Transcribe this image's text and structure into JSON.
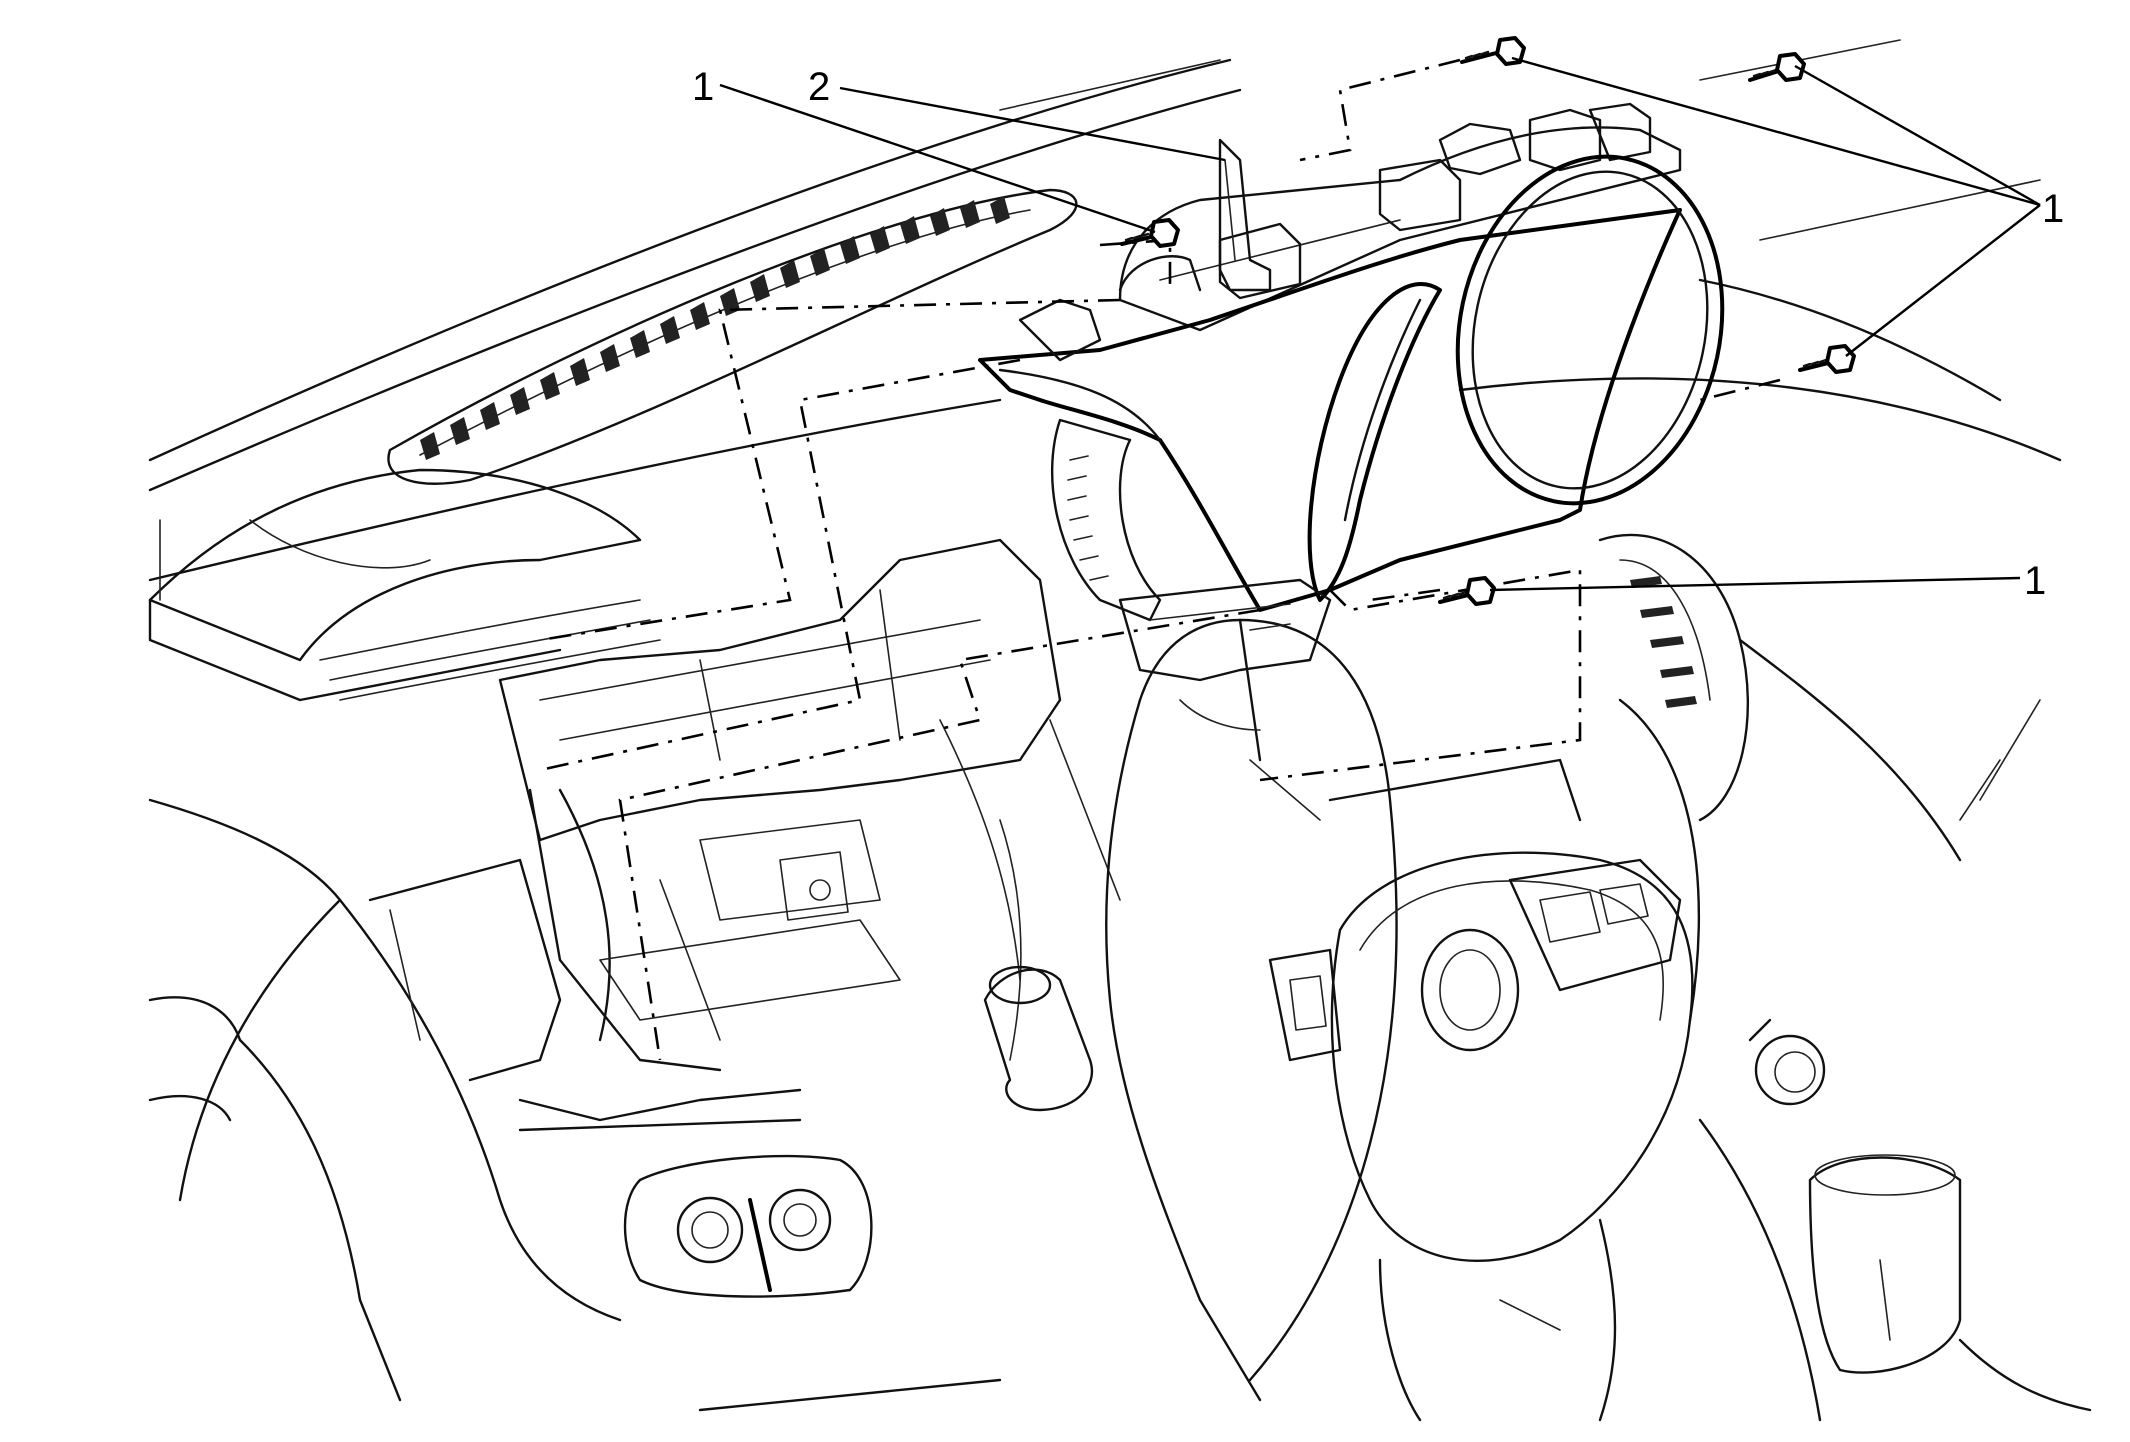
{
  "callouts": {
    "c1_top_left": "1",
    "c2_top": "2",
    "c1_right_upper": "1",
    "c1_right_lower": "1"
  }
}
